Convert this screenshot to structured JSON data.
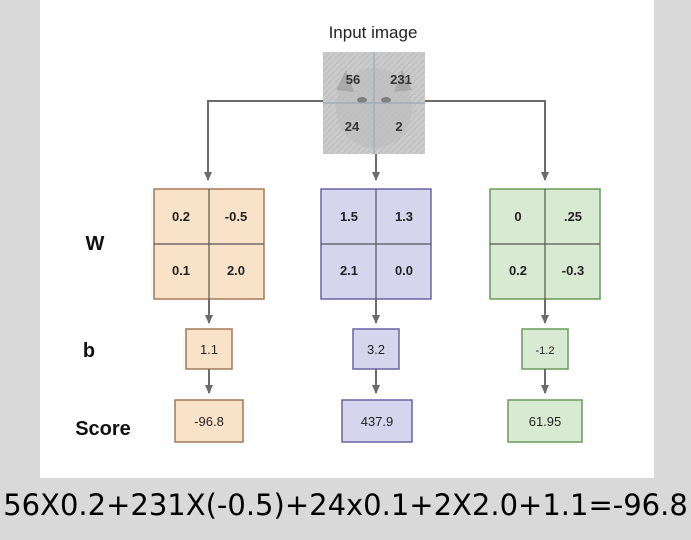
{
  "input": {
    "title": "Input image",
    "pixels": [
      "56",
      "231",
      "24",
      "2"
    ]
  },
  "row_labels": {
    "w": "W",
    "b": "b",
    "score": "Score"
  },
  "classes": [
    {
      "fill": "#f9e3c8",
      "stroke": "#a3785a",
      "w": [
        "0.2",
        "-0.5",
        "0.1",
        "2.0"
      ],
      "b": "1.1",
      "score": "-96.8"
    },
    {
      "fill": "#d7d4ee",
      "stroke": "#6a63a6",
      "w": [
        "1.5",
        "1.3",
        "2.1",
        "0.0"
      ],
      "b": "3.2",
      "score": "437.9"
    },
    {
      "fill": "#d8ebd2",
      "stroke": "#6a9a5c",
      "w": [
        "0",
        ".25",
        "0.2",
        "-0.3"
      ],
      "b": "-1.2",
      "score": "61.95"
    }
  ],
  "formula": "56X0.2+231X(-0.5)+24x0.1+2X2.0+1.1=-96.8",
  "colors": {
    "arrow": "#6b6b6b",
    "background": "#d9d9d9"
  }
}
